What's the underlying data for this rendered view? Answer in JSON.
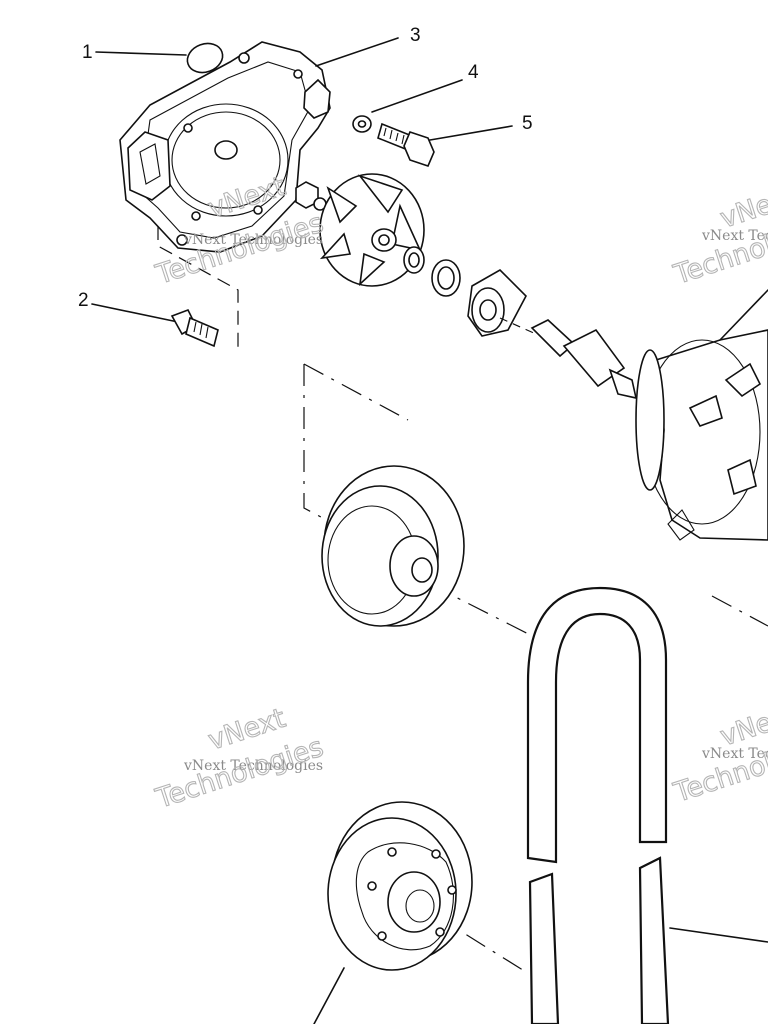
{
  "callouts": [
    {
      "id": "1",
      "label": "1"
    },
    {
      "id": "2",
      "label": "2"
    },
    {
      "id": "3",
      "label": "3"
    },
    {
      "id": "4",
      "label": "4"
    },
    {
      "id": "5",
      "label": "5"
    }
  ],
  "watermark": {
    "line1": "vNext",
    "line2": "vNext Technologies",
    "line3": "Technologies"
  }
}
